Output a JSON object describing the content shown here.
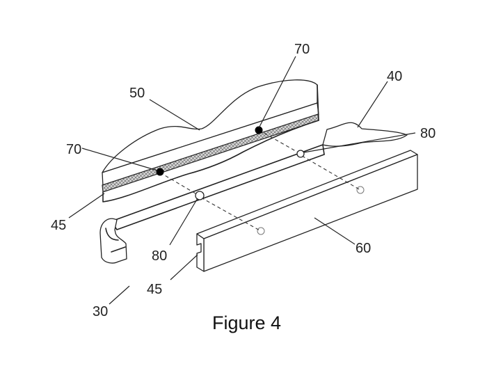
{
  "caption": "Figure 4",
  "labels": {
    "l50": "50",
    "l70_top": "70",
    "l40": "40",
    "l80_right": "80",
    "l70_left": "70",
    "l45_left": "45",
    "l80_bottom": "80",
    "l60": "60",
    "l45_bottom": "45",
    "l30": "30"
  }
}
